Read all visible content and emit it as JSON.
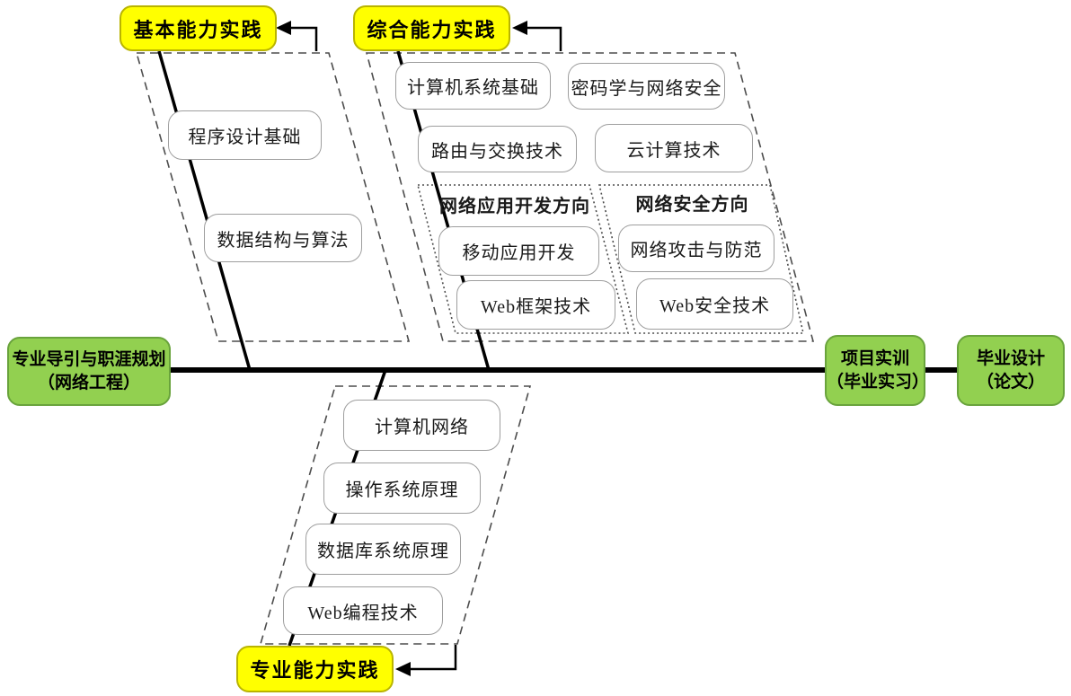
{
  "colors": {
    "milestone_fill": "#ffff00",
    "node_fill": "#92d050",
    "line": "#000000",
    "outline": "#4d4d4d",
    "course_border": "#9e9e9e"
  },
  "start_node": {
    "line1": "专业导引与职涯规划",
    "line2": "（网络工程）"
  },
  "end_nodes": {
    "internship": {
      "line1": "项目实训",
      "line2": "（毕业实习）"
    },
    "graduation": {
      "line1": "毕业设计",
      "line2": "（论文）"
    }
  },
  "branches": {
    "basic": {
      "title": "基本能力实践",
      "courses": [
        "程序设计基础",
        "数据结构与算法"
      ]
    },
    "comprehensive": {
      "title": "综合能力实践",
      "courses": [
        "计算机系统基础",
        "密码学与网络安全",
        "路由与交换技术",
        "云计算技术"
      ],
      "tracks": {
        "app_dev": {
          "title": "网络应用开发方向",
          "courses": [
            "移动应用开发",
            "Web框架技术"
          ]
        },
        "security": {
          "title": "网络安全方向",
          "courses": [
            "网络攻击与防范",
            "Web安全技术"
          ]
        }
      }
    },
    "professional": {
      "title": "专业能力实践",
      "courses": [
        "计算机网络",
        "操作系统原理",
        "数据库系统原理",
        "Web编程技术"
      ]
    }
  }
}
